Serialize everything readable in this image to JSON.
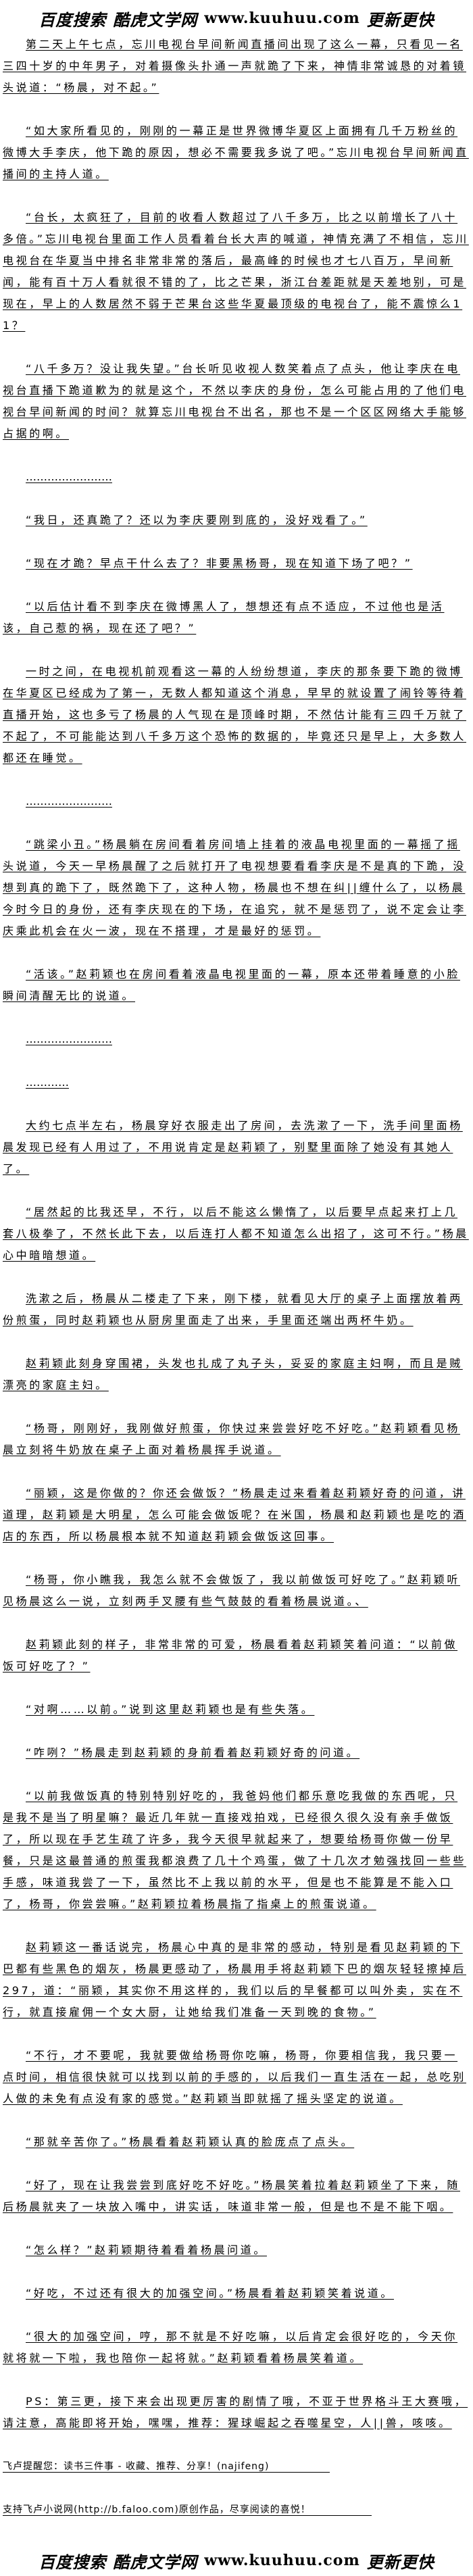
{
  "banner": {
    "search": "百度搜索",
    "site": "酷虎文学网",
    "url": "www.kuuhuu.com",
    "slogan": "更新更快"
  },
  "paragraphs": [
    "第二天上午七点，忘川电视台早间新闻直播间出现了这么一幕，只看见一名三四十岁的中年男子，对着摄像头扑通一声就跪了下来，神情非常诚恳的对着镜头说道：“杨晨，对不起。”",
    "“如大家所看见的，刚刚的一幕正是世界微博华夏区上面拥有几千万粉丝的微博大手李庆，他下跪的原因，想必不需要我多说了吧。”忘川电视台早间新闻直播间的主持人道。",
    "“台长，太疯狂了，目前的收看人数超过了八千多万，比之以前增长了八十多倍。”忘川电视台里面工作人员看着台长大声的喊道，神情充满了不相信，忘川电视台在华夏当中排名非常非常的落后，最高峰的时候也才七八百万，早间新闻，能有百十万人看就很不错的了，比之芒果，浙江台差距就是天差地别，可是现在，早上的人数居然不弱于芒果台这些华夏最顶级的电视台了，能不震惊么11？",
    "“八千多万？没让我失望。”台长听见收视人数笑着点了点头，他让李庆在电视台直播下跪道歉为的就是这个，不然以李庆的身份，怎么可能占用的了他们电视台早间新闻的时间？就算忘川电视台不出名，那也不是一个区区网络大手能够占据的啊。",
    "……………………",
    "“我日，还真跪了？还以为李庆要刚到底的，没好戏看了。”",
    "“现在才跪？早点干什么去了？非要黑杨哥，现在知道下场了吧？”",
    "“以后估计看不到李庆在微博黑人了，想想还有点不适应，不过他也是活该，自己惹的祸，现在还了吧？”",
    "一时之间，在电视机前观看这一幕的人纷纷想道，李庆的那条要下跪的微博在华夏区已经成为了第一，无数人都知道这个消息，早早的就设置了闹铃等待着直播开始，这也多亏了杨晨的人气现在是顶峰时期，不然估计能有三四千万就了不起了，不可能能达到八千多万这个恐怖的数据的，毕竟还只是早上，大多数人都还在睡觉。",
    "……………………",
    "“跳梁小丑。”杨晨躺在房间看着房间墙上挂着的液晶电视里面的一幕摇了摇头说道，今天一早杨晨醒了之后就打开了电视想要看看李庆是不是真的下跪，没想到真的跪下了，既然跪下了，这种人物，杨晨也不想在纠||缠什么了，以杨晨今时今日的身份，还有李庆现在的下场，在追究，就不是惩罚了，说不定会让李庆乘此机会在火一波，现在不搭理，才是最好的惩罚。",
    "“活该。”赵莉颖也在房间看着液晶电视里面的一幕，原本还带着睡意的小脸瞬间清醒无比的说道。",
    "……………………",
    "…………",
    "大约七点半左右，杨晨穿好衣服走出了房间，去洗漱了一下，洗手间里面杨晨发现已经有人用过了，不用说肯定是赵莉颖了，别墅里面除了她没有其她人了。",
    "“居然起的比我还早，不行，以后不能这么懒惰了，以后要早点起来打上几套八极拳了，不然长此下去，以后连打人都不知道怎么出招了，这可不行。”杨晨心中暗暗想道。",
    "洗漱之后，杨晨从二楼走了下来，刚下楼，就看见大厅的桌子上面摆放着两份煎蛋，同时赵莉颖也从厨房里面走了出来，手里面还端出两杯牛奶。",
    "赵莉颖此刻身穿围裙，头发也扎成了丸子头，妥妥的家庭主妇啊，而且是贼漂亮的家庭主妇。",
    "“杨哥，刚刚好，我刚做好煎蛋，你快过来尝尝好吃不好吃。”赵莉颖看见杨晨立刻将牛奶放在桌子上面对着杨晨挥手说道。",
    "“丽颖，这是你做的？你还会做饭？”杨晨走过来看着赵莉颖好奇的问道，讲道理，赵莉颖是大明星，怎么可能会做饭呢？在米国，杨晨和赵莉颖也是吃的酒店的东西，所以杨晨根本就不知道赵莉颖会做饭这回事。",
    "“杨哥，你小瞧我，我怎么就不会做饭了，我以前做饭可好吃了。”赵莉颖听见杨晨这么一说，立刻两手叉腰有些气鼓鼓的看着杨晨说道。、",
    "赵莉颖此刻的样子，非常非常的可爱，杨晨看着赵莉颖笑着问道：“以前做饭可好吃了？”",
    "“对啊……以前。”说到这里赵莉颖也是有些失落。",
    "“咋咧？”杨晨走到赵莉颖的身前看着赵莉颖好奇的问道。",
    "“以前我做饭真的特别特别好吃的，我爸妈他们都乐意吃我做的东西呢，只是我不是当了明星嘛？最近几年就一直接戏拍戏，已经很久很久没有亲手做饭了，所以现在手艺生疏了许多，我今天很早就起来了，想要给杨哥你做一份早餐，只是这最普通的煎蛋我都浪费了几十个鸡蛋，做了十几次才勉强找回一些些手感，味道我尝了一下，虽然比不上我以前的水平，但是也不能算是不能入口了，杨哥，你尝尝嘛。”赵莉颖拉着杨晨指了指桌上的煎蛋说道。",
    "赵莉颖这一番话说完，杨晨心中真的是非常的感动，特别是看见赵莉颖的下巴都有些黑色的烟灰，杨晨更感动了，杨晨用手将赵莉颖下巴的烟灰轻轻擦掉后297，道：“丽颖，其实你不用这样的，我们以后的早餐都可以叫外卖，实在不行，就直接雇佣一个女大厨，让她给我们准备一天到晚的食物。”",
    "“不行，才不要呢，我就要做给杨哥你吃嘛，杨哥，你要相信我，我只要一点时间，相信很快就可以找到以前的手感的，以后我们一直生活在一起，总吃别人做的未免有点没有家的感觉。”赵莉颖当即就摇了摇头坚定的说道。",
    "“那就辛苦你了。”杨晨看着赵莉颖认真的脸庞点了点头。",
    "“好了，现在让我尝尝到底好吃不好吃。”杨晨笑着拉着赵莉颖坐了下来，随后杨晨就夹了一块放入嘴中，讲实话，味道非常一般，但是也不是不能下咽。",
    "“怎么样？”赵莉颖期待着看着杨晨问道。",
    "“好吃，不过还有很大的加强空间。”杨晨看着赵莉颖笑着说道。",
    "“很大的加强空间，哼，那不就是不好吃嘛，以后肯定会很好吃的，今天你就将就一下啦，我也陪你一起将就。”赵莉颖看着杨晨笑着道。",
    "PS：第三更，接下来会出现更厉害的剧情了哦，不亚于世界格斗王大赛哦，请注意，高能即将开始，嘿嘿，推荐：猩球崛起之吞噬星空，人||兽，咳咳。"
  ],
  "footer": {
    "reminder": "飞卢提醒您：读书三件事 - 收藏、推荐、分享！(najifeng)",
    "support": "支持飞卢小说网(http://b.faloo.com)原创作品，尽享阅读的喜悦！"
  }
}
